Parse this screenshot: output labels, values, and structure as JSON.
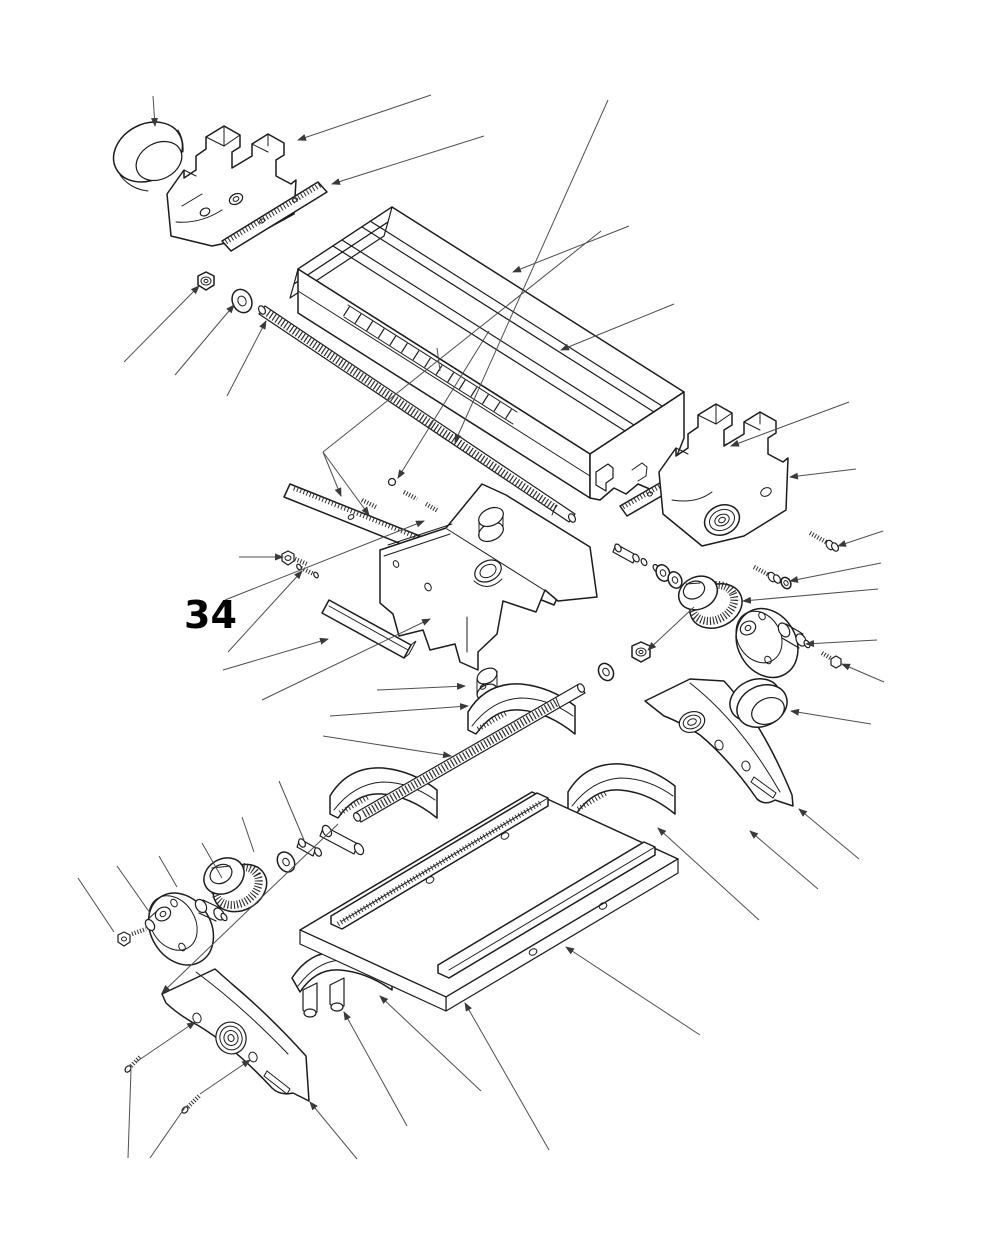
{
  "diagram": {
    "type": "exploded-parts-diagram",
    "background_color": "#ffffff",
    "line_color": "#1c1c1c",
    "leader_line_color": "#4f4f4f",
    "callout": {
      "text": "34"
    },
    "parts": [
      "cap-knob-left",
      "end-bracket-left",
      "gib-strip-left",
      "hex-nut-left",
      "washer-left",
      "upper-leadscrew",
      "t-slot-table",
      "graduated-scale",
      "saddle",
      "saddle-gib-strip",
      "gib-screws",
      "detent-ball",
      "detent-spring",
      "hex-head-screw",
      "set-screw",
      "tongue-bar",
      "nut-bushing",
      "gib-strip-right",
      "end-bracket-right",
      "bearing-right",
      "mount-screw-right-1",
      "mount-screw-right-2",
      "washer-right",
      "spacer-bushings-right",
      "graduated-dial-right",
      "handwheel-right",
      "handle-right",
      "setscrew-right",
      "lock-knob-right",
      "support-bracket-right",
      "chip-guard-top",
      "chip-guard-left",
      "chip-guard-right",
      "clamp-bracket",
      "base-slide-plate",
      "dovetail-way-rear",
      "dovetail-way-front",
      "lower-leadscrew",
      "washer-lower",
      "hex-nut-lower",
      "spacer-bushings-left",
      "washer-left-2",
      "graduated-dial-left",
      "handwheel-left",
      "handle-left",
      "clamp-screw-left",
      "bearing-bracket-front",
      "bearing-front",
      "mount-screw-front-1",
      "mount-screw-front-2"
    ]
  }
}
